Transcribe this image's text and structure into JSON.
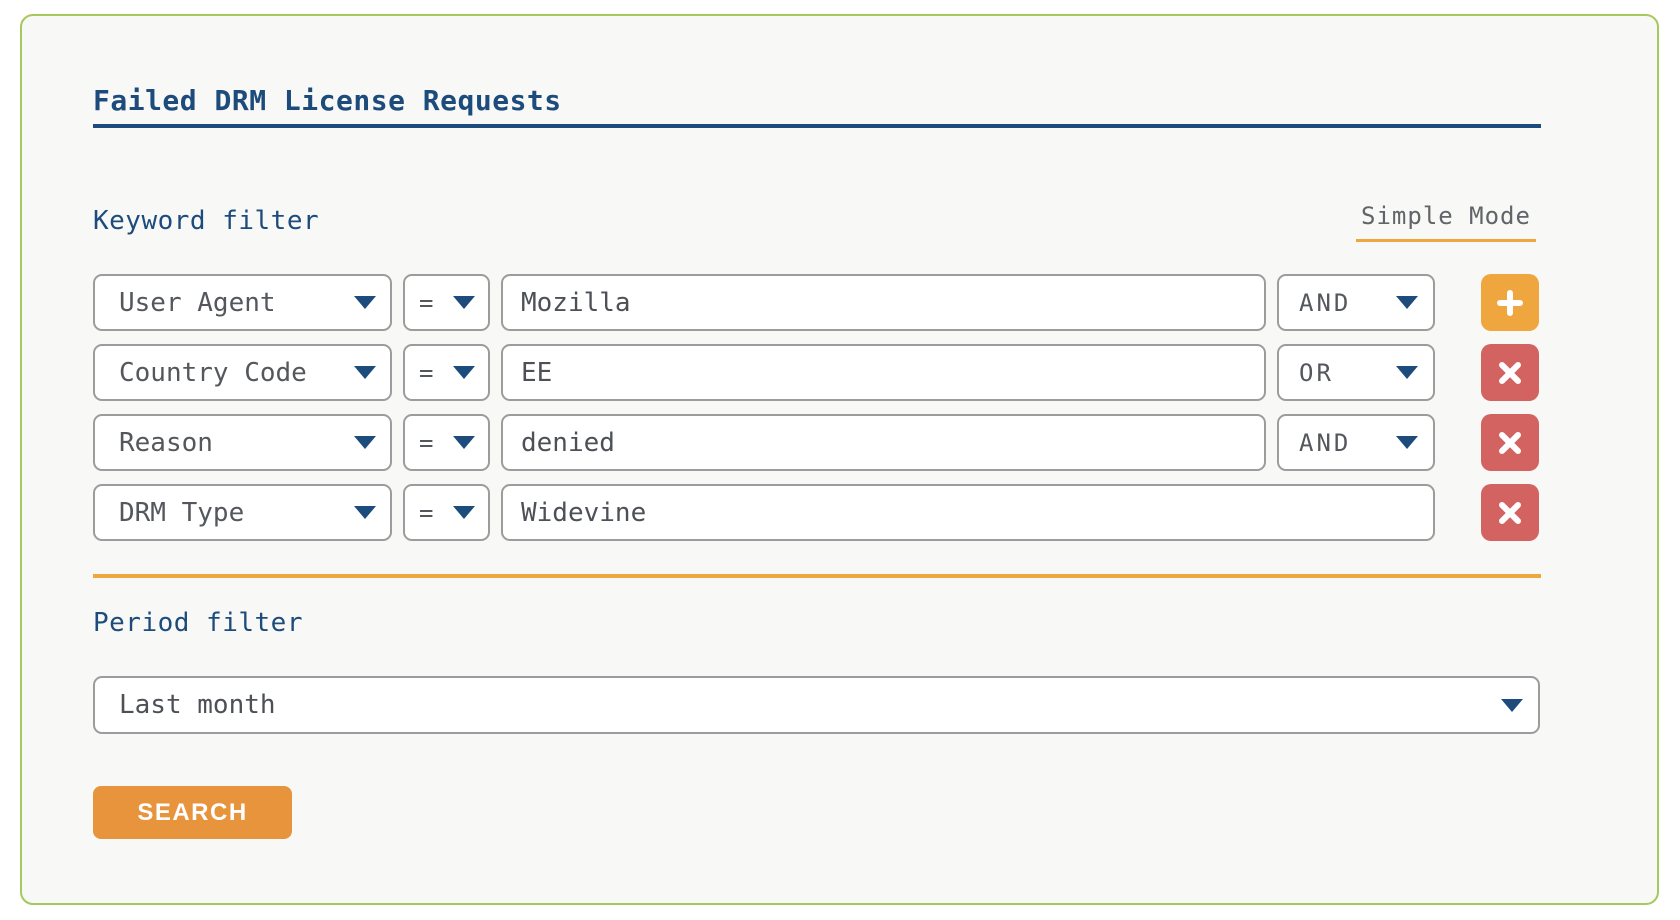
{
  "panel": {
    "title": "Failed DRM License Requests"
  },
  "keyword_filter": {
    "label": "Keyword filter",
    "mode_link": "Simple Mode",
    "rows": [
      {
        "field": "User Agent",
        "operator": "=",
        "value": "Mozilla",
        "logic": "AND"
      },
      {
        "field": "Country Code",
        "operator": "=",
        "value": "EE",
        "logic": "OR"
      },
      {
        "field": "Reason",
        "operator": "=",
        "value": "denied",
        "logic": "AND"
      },
      {
        "field": "DRM Type",
        "operator": "=",
        "value": "Widevine"
      }
    ]
  },
  "period_filter": {
    "label": "Period filter",
    "selected": "Last month"
  },
  "search": {
    "label": "SEARCH"
  },
  "colors": {
    "navy": "#1d4c7c",
    "orange": "#f0a63e",
    "search_orange": "#e8943c",
    "red": "#d26360",
    "green_border": "#a6c85e",
    "panel_bg": "#f8f8f6",
    "input_border": "#9c9c9c",
    "text_gray": "#4d5156"
  }
}
